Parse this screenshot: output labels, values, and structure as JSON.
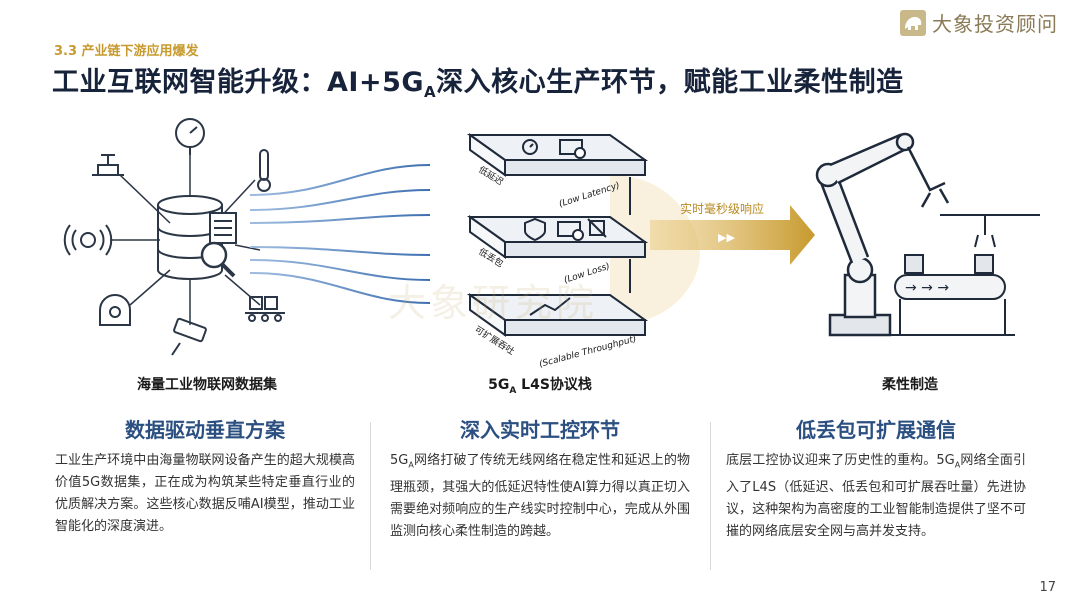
{
  "brand": {
    "name": "大象投资顾问",
    "logo_icon": "elephant-logo-icon"
  },
  "header": {
    "section": "3.3 产业链下游应用爆发",
    "title_pre": "工业互联网智能升级：AI+5G",
    "title_sub": "A",
    "title_post": "深入核心生产环节，赋能工业柔性制造"
  },
  "diagram": {
    "left_caption": "海量工业物联网数据集",
    "mid_caption_pre": "5G",
    "mid_caption_sub": "A",
    "mid_caption_post": " L4S协议栈",
    "right_caption": "柔性制造",
    "arrow_label": "实时毫秒级响应",
    "layers": [
      {
        "cn": "低延迟",
        "en": "(Low Latency)"
      },
      {
        "cn": "低丢包",
        "en": "(Low Loss)"
      },
      {
        "cn": "可扩展吞吐",
        "en": "(Scalable Throughput)"
      }
    ],
    "watermark": "大象研究院"
  },
  "columns": [
    {
      "heading": "数据驱动垂直方案",
      "body": "工业生产环境中由海量物联网设备产生的超大规模高价值5G数据集，正在成为构筑某些特定垂直行业的优质解决方案。这些核心数据反哺AI模型，推动工业智能化的深度演进。"
    },
    {
      "heading": "深入实时工控环节",
      "body_pre": "5G",
      "body_sub": "A",
      "body_post": "网络打破了传统无线网络在稳定性和延迟上的物理瓶颈，其强大的低延迟特性使AI算力得以真正切入需要绝对频响应的生产线实时控制中心，完成从外围监测向核心柔性制造的跨越。"
    },
    {
      "heading": "低丢包可扩展通信",
      "body_pre": "底层工控协议迎来了历史性的重构。5G",
      "body_sub": "A",
      "body_post": "网络全面引入了L4S（低延迟、低丢包和可扩展吞吐量）先进协议，这种架构为高密度的工业智能制造提供了坚不可摧的网络底层安全网与高并发支持。"
    }
  ],
  "footer": {
    "page": "17"
  },
  "colors": {
    "accent": "#c79a2e",
    "title": "#17233a",
    "heading": "#2a4f80",
    "diagram_blue": "#3d6fb0"
  }
}
